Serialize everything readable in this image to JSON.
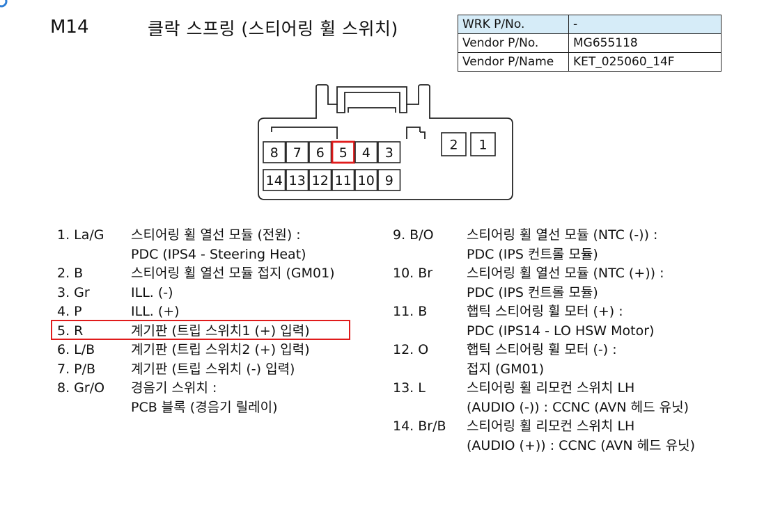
{
  "header": {
    "code": "M14",
    "title": "클락 스프링 (스티어링 휠 스위치)"
  },
  "info_table": [
    {
      "key": "WRK P/No.",
      "value": "-"
    },
    {
      "key": "Vendor P/No.",
      "value": "MG655118"
    },
    {
      "key": "Vendor P/Name",
      "value": "KET_025060_14F"
    }
  ],
  "connector": {
    "top_row": [
      "8",
      "7",
      "6",
      "5",
      "4",
      "3"
    ],
    "bottom_row": [
      "14",
      "13",
      "12",
      "11",
      "10",
      "9"
    ],
    "side_pins": [
      "2",
      "1"
    ],
    "highlighted_pin": "5"
  },
  "pins_left": [
    {
      "pin": "1. La/G",
      "lines": [
        "스티어링 휠 열선 모듈 (전원) :",
        "PDC (IPS4 - Steering Heat)"
      ]
    },
    {
      "pin": "2. B",
      "lines": [
        "스티어링 휠 열선 모듈 접지 (GM01)"
      ]
    },
    {
      "pin": "3. Gr",
      "lines": [
        "ILL. (-)"
      ]
    },
    {
      "pin": "4. P",
      "lines": [
        "ILL. (+)"
      ]
    },
    {
      "pin": "5. R",
      "lines": [
        "계기판 (트립 스위치1 (+) 입력)"
      ]
    },
    {
      "pin": "6. L/B",
      "lines": [
        "계기판 (트립 스위치2 (+) 입력)"
      ]
    },
    {
      "pin": "7. P/B",
      "lines": [
        "계기판 (트립 스위치 (-) 입력)"
      ]
    },
    {
      "pin": "8. Gr/O",
      "lines": [
        "경음기 스위치 :",
        "PCB 블록 (경음기 릴레이)"
      ]
    }
  ],
  "pins_right": [
    {
      "pin": "9. B/O",
      "lines": [
        "스티어링 휠 열선 모듈 (NTC (-)) :",
        "PDC (IPS 컨트롤 모듈)"
      ]
    },
    {
      "pin": "10. Br",
      "lines": [
        "스티어링 휠 열선 모듈 (NTC (+)) :",
        "PDC (IPS 컨트롤 모듈)"
      ]
    },
    {
      "pin": "11. B",
      "lines": [
        "햅틱 스티어링 휠 모터 (+) :",
        "PDC (IPS14 - LO HSW Motor)"
      ]
    },
    {
      "pin": "12. O",
      "lines": [
        "햅틱 스티어링 휠 모터 (-) :",
        "접지 (GM01)"
      ]
    },
    {
      "pin": "13. L",
      "lines": [
        "스티어링 휠 리모컨 스위치 LH",
        "(AUDIO (-)) : CCNC (AVN 헤드 유닛)"
      ]
    },
    {
      "pin": "14. Br/B",
      "lines": [
        "스티어링 휠 리모컨 스위치 LH",
        "(AUDIO (+)) : CCNC (AVN 헤드 유닛)"
      ]
    }
  ],
  "colors": {
    "highlight": "#e01b1b",
    "table_header_bg": "#d6ecf8",
    "corner_mark": "#2f7fd6"
  }
}
